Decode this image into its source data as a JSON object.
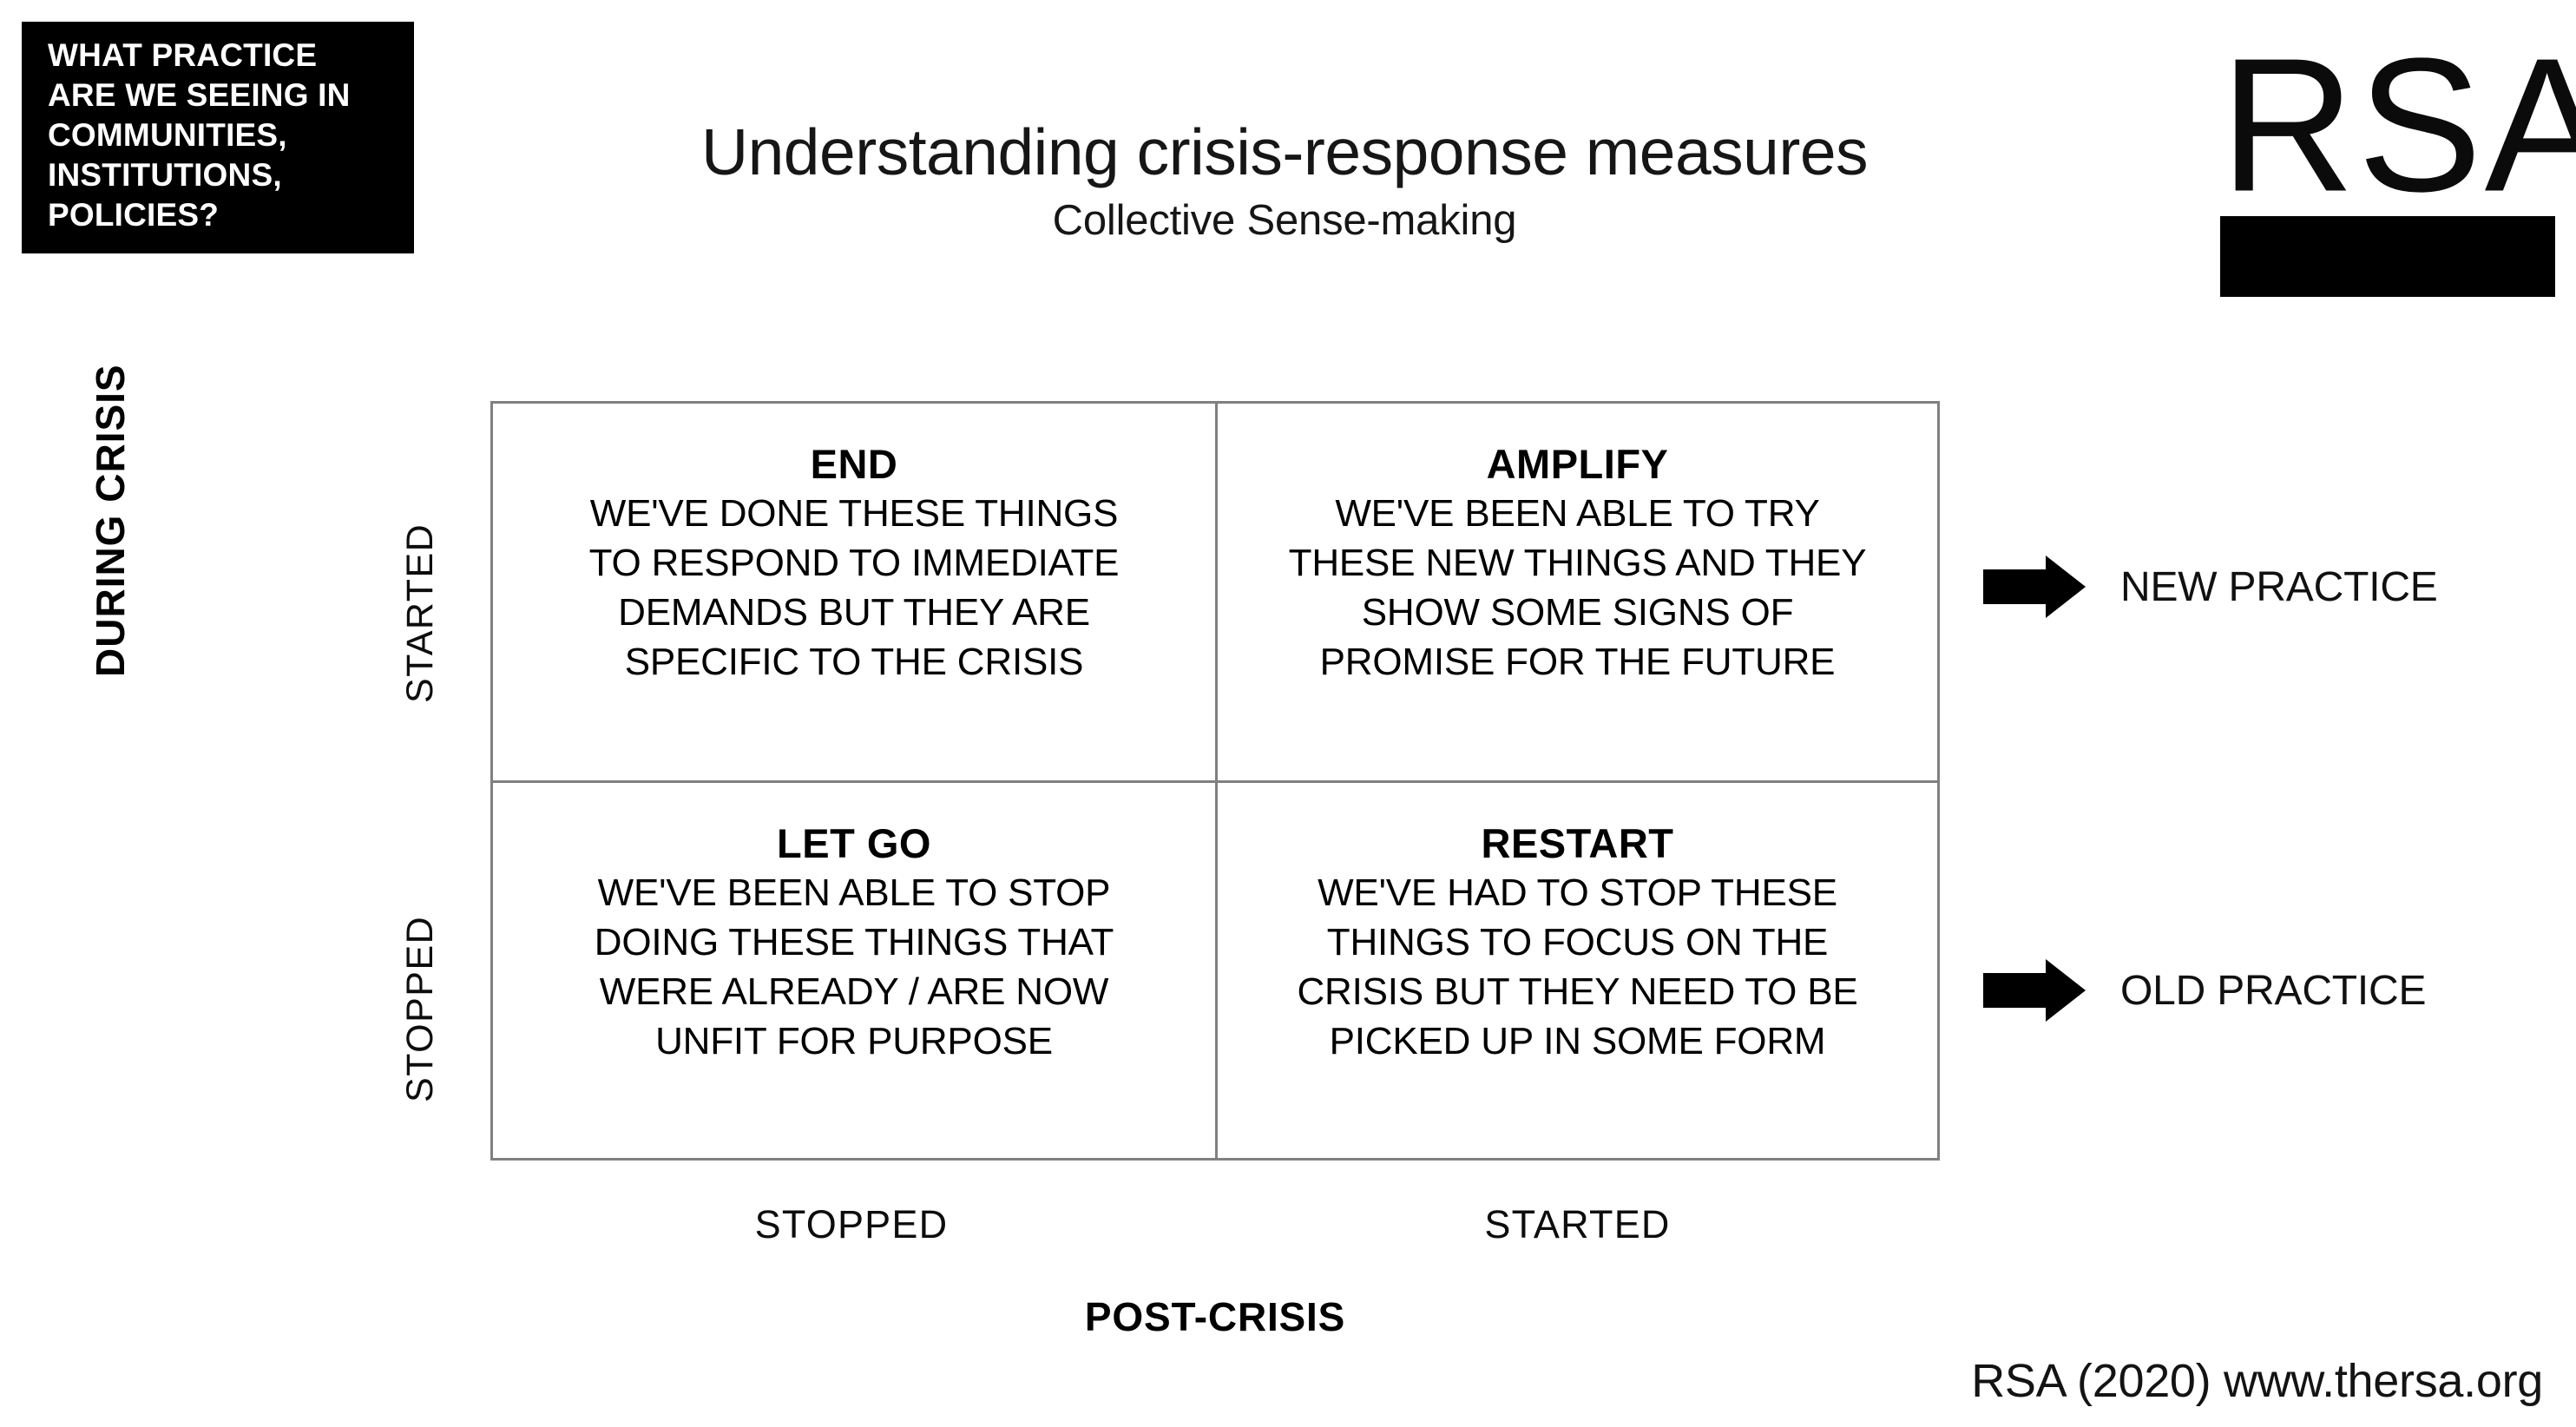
{
  "banner": {
    "question": "WHAT PRACTICE\nARE WE SEEING IN\nCOMMUNITIES,\nINSTITUTIONS,\nPOLICIES?"
  },
  "header": {
    "title": "Understanding crisis-response measures",
    "subtitle": "Collective Sense-making"
  },
  "logo": {
    "letters": "RSA"
  },
  "matrix": {
    "y_axis": {
      "title": "DURING CRISIS",
      "ticks": [
        "STARTED",
        "STOPPED"
      ]
    },
    "x_axis": {
      "title": "POST-CRISIS",
      "ticks": [
        "STOPPED",
        "STARTED"
      ]
    },
    "quadrants": [
      {
        "key": "end",
        "title": "END",
        "body": "WE'VE DONE THESE THINGS\nTO RESPOND TO IMMEDIATE\nDEMANDS BUT THEY ARE\nSPECIFIC TO THE CRISIS"
      },
      {
        "key": "amplify",
        "title": "AMPLIFY",
        "body": "WE'VE BEEN ABLE TO TRY\nTHESE NEW THINGS AND THEY\nSHOW SOME SIGNS OF\nPROMISE FOR THE FUTURE"
      },
      {
        "key": "let-go",
        "title": "LET GO",
        "body": "WE'VE BEEN ABLE TO STOP\nDOING THESE THINGS THAT\nWERE ALREADY / ARE NOW\nUNFIT FOR PURPOSE"
      },
      {
        "key": "restart",
        "title": "RESTART",
        "body": "WE'VE HAD TO STOP THESE\nTHINGS TO FOCUS ON THE\nCRISIS BUT THEY NEED TO BE\nPICKED UP IN SOME FORM"
      }
    ]
  },
  "outcomes": [
    {
      "icon": "right-arrow-icon",
      "label": "NEW PRACTICE"
    },
    {
      "icon": "right-arrow-icon",
      "label": "OLD PRACTICE"
    }
  ],
  "footer": {
    "credit": "RSA (2020) www.thersa.org"
  },
  "colors": {
    "background": "#ffffff",
    "text": "#000000",
    "banner_background": "#000000",
    "banner_text": "#ffffff",
    "grid_line": "#808080",
    "arrow": "#000000"
  }
}
